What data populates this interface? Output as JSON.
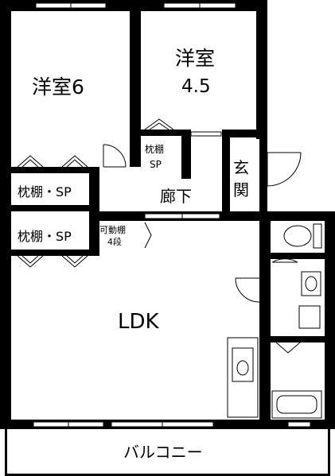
{
  "rooms": {
    "western1": {
      "name": "洋室",
      "size": "6"
    },
    "western2": {
      "name": "洋室",
      "size": "4.5"
    },
    "entrance": {
      "char1": "玄",
      "char2": "関"
    },
    "hallway": "廊下",
    "ldk": "LDK",
    "balcony": "バルコニー"
  },
  "storage": {
    "closet_upper": "枕棚・SP",
    "closet_lower": "枕棚・SP",
    "closet_small_line1": "枕棚",
    "closet_small_line2": "SP",
    "movable_shelf_line1": "可動棚",
    "movable_shelf_line2": "4段"
  },
  "colors": {
    "wall": "#000000",
    "background": "#ffffff"
  }
}
